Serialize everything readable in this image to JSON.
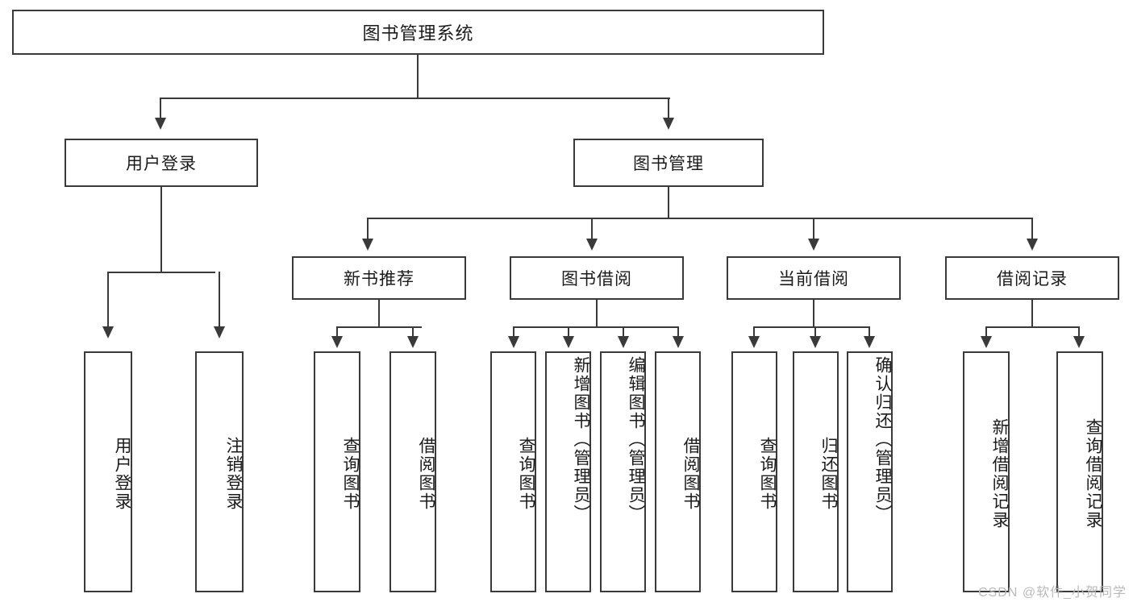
{
  "diagram": {
    "type": "tree-hierarchy",
    "title": "图书管理系统",
    "watermark": "CSDN @软件_小贺同学",
    "colors": {
      "box_border": "#3a3a3a",
      "box_fill": "#ffffff",
      "connector": "#3a3a3a",
      "text": "#1b1b1b",
      "watermark": "#b9b9b9"
    },
    "root": {
      "label": "图书管理系统"
    },
    "level2": [
      {
        "label": "用户登录"
      },
      {
        "label": "图书管理"
      }
    ],
    "level3": [
      {
        "label": "新书推荐"
      },
      {
        "label": "图书借阅"
      },
      {
        "label": "当前借阅"
      },
      {
        "label": "借阅记录"
      }
    ],
    "leaves": {
      "user_login": [
        {
          "label": "用户登录"
        },
        {
          "label": "注销登录"
        }
      ],
      "new_book_recommend": [
        {
          "label": "查询图书"
        },
        {
          "label": "借阅图书"
        }
      ],
      "book_borrow": [
        {
          "label": "查询图书"
        },
        {
          "label": "新增图书（管理员）"
        },
        {
          "label": "编辑图书（管理员）"
        },
        {
          "label": "借阅图书"
        }
      ],
      "current_borrow": [
        {
          "label": "查询图书"
        },
        {
          "label": "归还图书"
        },
        {
          "label": "确认归还（管理员）"
        }
      ],
      "borrow_record": [
        {
          "label": "新增借阅记录"
        },
        {
          "label": "查询借阅记录"
        }
      ]
    }
  }
}
